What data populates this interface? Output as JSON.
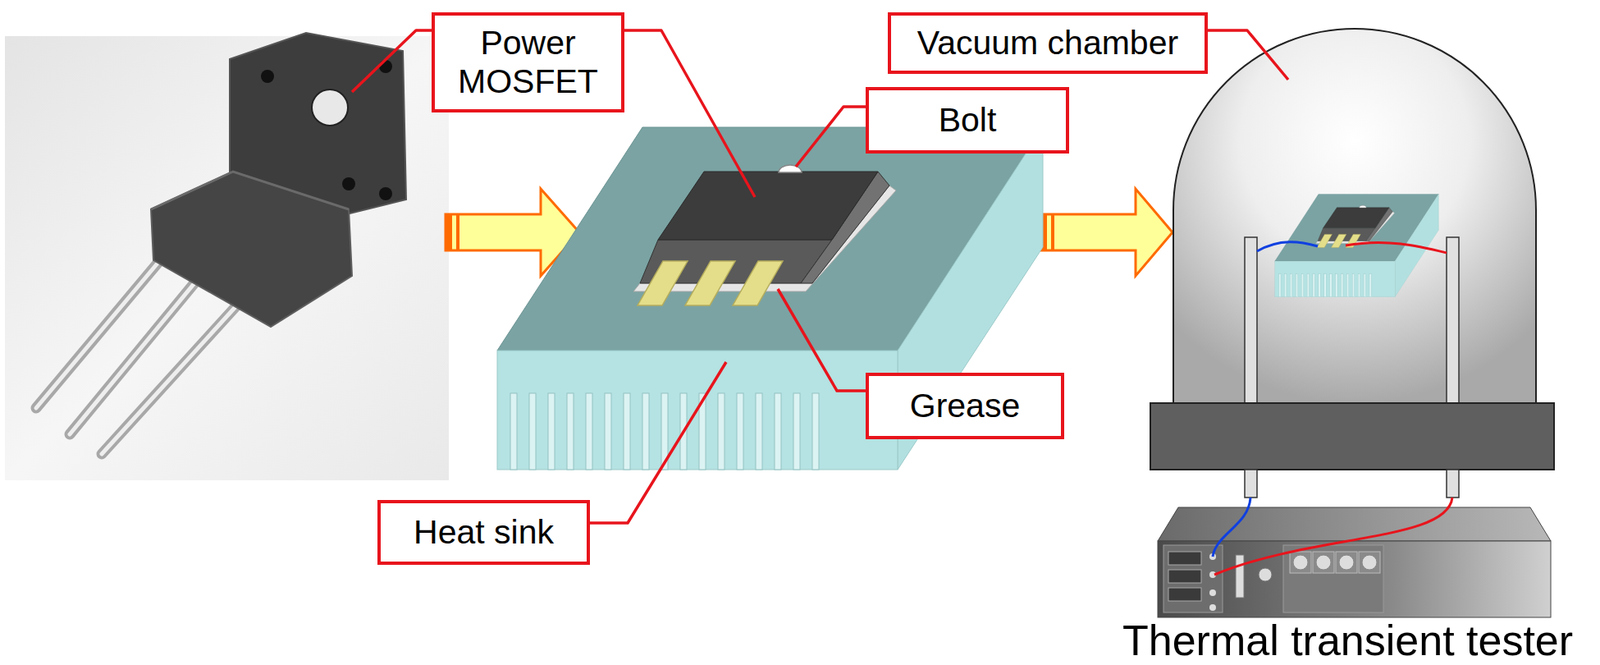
{
  "diagram": {
    "nodes": [
      {
        "text": [
          "Power MOSFET"
        ]
      },
      {
        "text": [
          "Vacuum chamber"
        ]
      },
      {
        "text": [
          "Bolt"
        ]
      },
      {
        "text": [
          "Grease"
        ]
      },
      {
        "text": [
          "Heat sink"
        ]
      }
    ],
    "labels": [
      "Thermal transient tester"
    ]
  }
}
